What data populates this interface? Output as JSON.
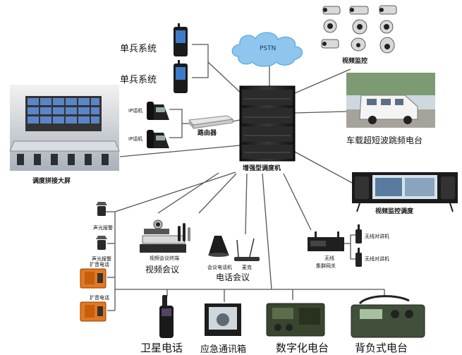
{
  "labels": {
    "pstn": "PSTN",
    "soldier1": "单兵系统",
    "soldier2": "单兵系统",
    "video_surveillance": "视频监控",
    "ip_phone1": "IP话机",
    "ip_phone2": "IP话机",
    "router": "路由器",
    "dispatcher": "增强型调度机",
    "vehicle_radio": "车载超短波跳频电台",
    "video_wall": "调度拼接大屏",
    "video_monitor_dispatch": "视频监控调度",
    "alarm1": "声光报警",
    "alarm2": "声光报警",
    "broadcast1": "扩音电话",
    "broadcast2": "扩音电话",
    "video_conf_terminal": "视频会议终端",
    "video_conf": "视频会议",
    "conf_phone": "会议电话机",
    "mic": "麦克",
    "tel_conf": "电话会议",
    "wireless_gw_1": "无线",
    "wireless_gw_2": "集群网关",
    "walkie1": "无线对讲机",
    "walkie2": "无线对讲机",
    "sat_phone": "卫星电话",
    "emergency_box": "应急通讯箱",
    "digital_radio": "数字化电台",
    "backpack_radio": "背负式电台"
  },
  "colors": {
    "line": "#555555",
    "cloud": "#8fc6ee",
    "cloud_edge": "#5aa6dc",
    "server": "#1c1c1c",
    "server_face": "#2b2b2b",
    "alarm_orange": "#e4781e",
    "screen_blue": "#5a86c8"
  }
}
